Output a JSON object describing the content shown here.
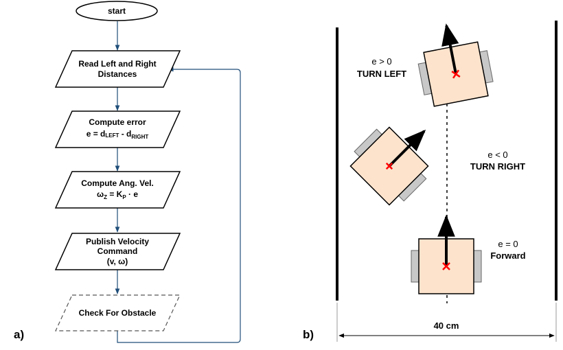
{
  "panel_a": {
    "label": "a)",
    "start": "start",
    "read": [
      "Read Left and Right",
      "Distances"
    ],
    "error": {
      "line1": "Compute error",
      "eq_pre": "e = d",
      "sub_left": "LEFT",
      "eq_mid": " - d",
      "sub_right": "RIGHT"
    },
    "angvel": {
      "line1": "Compute Ang. Vel.",
      "omega": "ω",
      "sub_z": "Z",
      "eq_mid": " = K",
      "sub_p": "P",
      "eq_end": " · e"
    },
    "publish": [
      "Publish Velocity",
      "Command",
      "(v, ω)"
    ],
    "obstacle": "Check For Obstacle"
  },
  "panel_b": {
    "label": "b)",
    "top": {
      "cond": "e > 0",
      "action": "TURN LEFT"
    },
    "middle": {
      "cond": "e < 0",
      "action": "TURN RIGHT"
    },
    "bottom": {
      "cond": "e = 0",
      "action": "Forward"
    },
    "width": "40 cm"
  },
  "colors": {
    "flow_arrow": "#1f4e79",
    "robot_body": "#fde3cc",
    "wheel": "#c8c8c8",
    "center_mark": "#ff0000",
    "wall": "#000000"
  }
}
